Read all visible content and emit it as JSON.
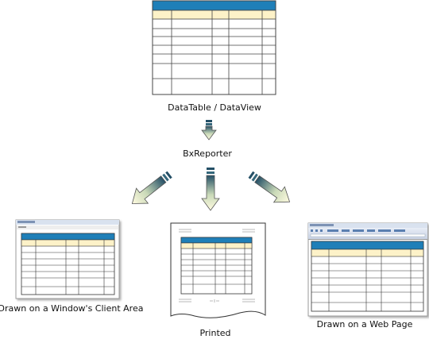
{
  "colors": {
    "header": "#1f7fb8",
    "column_header": "#fdf2c8",
    "grid": "#444444",
    "arrow_light": "#fff9d6",
    "arrow_dark": "#2a5f74"
  },
  "source": {
    "label": "DataTable / DataView"
  },
  "engine": {
    "label": "BxReporter"
  },
  "outputs": [
    {
      "id": "window",
      "label": "Drawn on a Window's Client Area"
    },
    {
      "id": "printed",
      "label": "Printed"
    },
    {
      "id": "web",
      "label": "Drawn on a Web Page"
    }
  ]
}
